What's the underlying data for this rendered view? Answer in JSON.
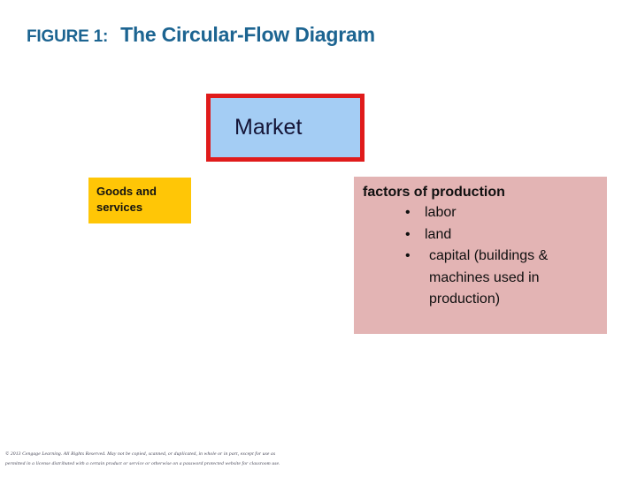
{
  "slide": {
    "background_color": "#ffffff",
    "title": {
      "figure_label": "FIGURE 1:",
      "text": "The Circular-Flow Diagram",
      "color": "#1c6491"
    },
    "boxes": {
      "market": {
        "label": "Market",
        "fill_color": "#a4cdf4",
        "border_color": "#e01b1b",
        "text_color": "#141436"
      },
      "goods": {
        "label": "Goods and services",
        "fill_color": "#ffc606",
        "text_color": "#121212"
      },
      "factors": {
        "heading": "factors of production",
        "fill_color": "#e3b4b4",
        "text_color": "#101010",
        "bullet_glyph": "•",
        "items": [
          "labor",
          "land",
          "capital (buildings & machines used in production)"
        ]
      }
    },
    "footer": {
      "line1": "© 2013 Cengage Learning. All Rights Reserved. May not be copied, scanned, or duplicated, in whole or in part, except for use as",
      "line2": "permitted in a license distributed with a certain product or service or otherwise on a password protected website for classroom use."
    }
  }
}
